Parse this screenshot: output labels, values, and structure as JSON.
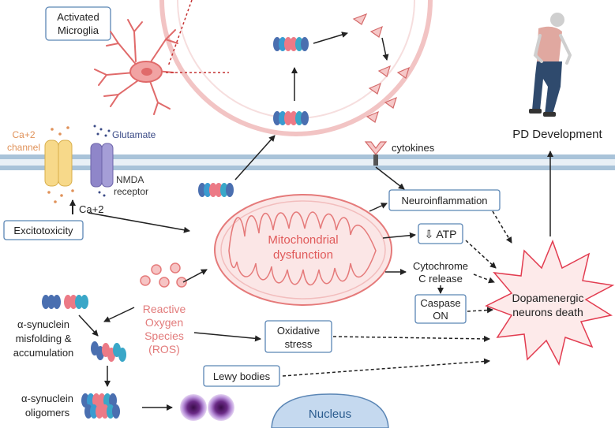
{
  "labels": {
    "activated_microglia_1": "Activated",
    "activated_microglia_2": "Microglia",
    "ca_channel_1": "Ca+2",
    "ca_channel_2": "channel",
    "glutamate": "Glutamate",
    "nmda_1": "NMDA",
    "nmda_2": "receptor",
    "ca_ion": "Ca+2",
    "excitotoxicity": "Excitotoxicity",
    "cytokines": "cytokines",
    "pd_development": "PD Development",
    "neuroinflammation": "Neuroinflammation",
    "atp": "⇩ ATP",
    "mito_1": "Mitochondrial",
    "mito_2": "dysfunction",
    "cytochrome_1": "Cytochrome",
    "cytochrome_2": "C release",
    "caspase_1": "Caspase",
    "caspase_2": "ON",
    "dopaminergic_1": "Dopamenergic",
    "dopaminergic_2": "neurons death",
    "ros_1": "Reactive",
    "ros_2": "Oxygen",
    "ros_3": "Species",
    "ros_4": "(ROS)",
    "asyn_misfold_1": "α-synuclein",
    "asyn_misfold_2": "misfolding &",
    "asyn_misfold_3": "accumulation",
    "oxidative_1": "Oxidative",
    "oxidative_2": "stress",
    "lewy_bodies": "Lewy bodies",
    "asyn_oligomers_1": "α-synuclein",
    "asyn_oligomers_2": "oligomers",
    "nucleus": "Nucleus"
  },
  "colors": {
    "box_border": "#5b86b5",
    "membrane": "#a9c3d9",
    "mito": "#e57a7a",
    "ros_text": "#e27b7b",
    "ca_text": "#e0925a",
    "burst_stroke": "#e23c50",
    "nucleus_fill": "#c5d9ef",
    "nucleus_text": "#2b5c8f"
  }
}
